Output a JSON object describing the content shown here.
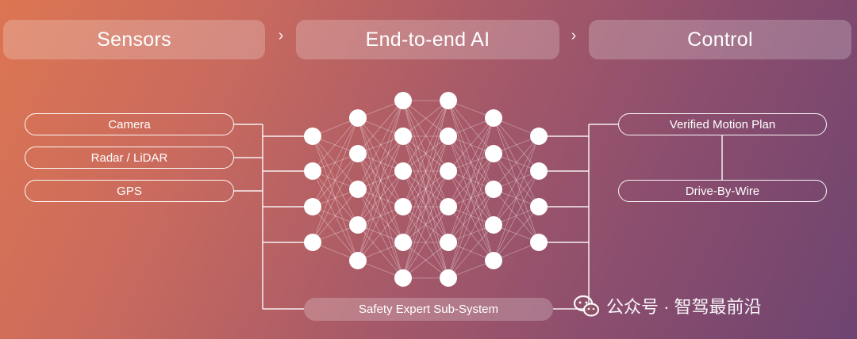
{
  "stages": [
    "Sensors",
    "End-to-end AI",
    "Control"
  ],
  "chevron": "›",
  "inputs": [
    "Camera",
    "Radar / LiDAR",
    "GPS"
  ],
  "outputs": [
    "Verified Motion Plan",
    "Drive-By-Wire"
  ],
  "safety": "Safety Expert Sub-System",
  "watermark": {
    "icon": "wechat-icon",
    "text": "公众号 · 智驾最前沿"
  },
  "network": {
    "layer_sizes": [
      4,
      5,
      6,
      6,
      5,
      4
    ]
  }
}
